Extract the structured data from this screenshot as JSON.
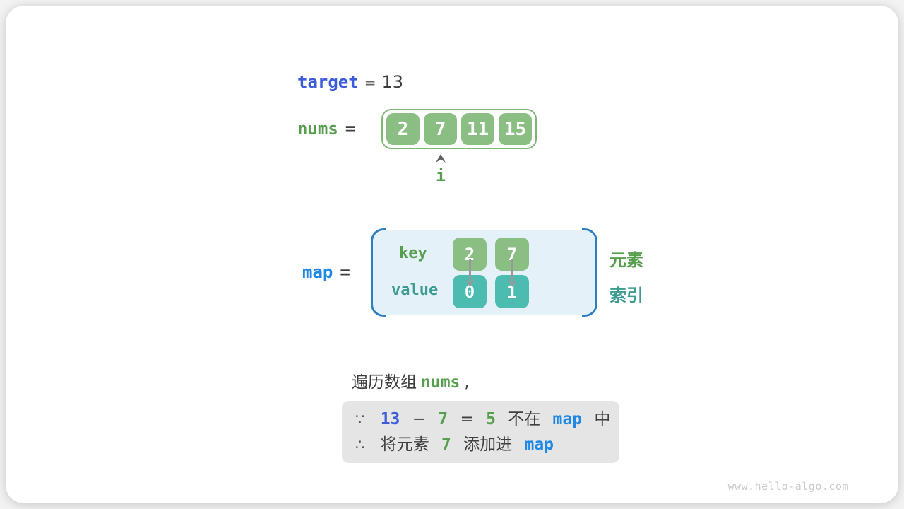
{
  "page": {
    "watermark": "www.hello-algo.com"
  },
  "colors": {
    "royal_blue": "#3B5BD9",
    "bright_blue": "#1E88E5",
    "green_text": "#579E4F",
    "green_cell": "#8BBE83",
    "teal_cell": "#4CBCB0",
    "teal_text": "#3D9C92",
    "map_box_fill": "#E4F1F9",
    "map_bracket": "#2E7FC0",
    "note_box_bg": "#E5E5E5",
    "arrow_gray": "#999999"
  },
  "target_line": {
    "label": "target",
    "equals": "=",
    "value": "13"
  },
  "nums_line": {
    "label": "nums",
    "equals": "=",
    "cells": [
      "2",
      "7",
      "11",
      "15"
    ],
    "pointer_label": "i",
    "pointer_index": 1
  },
  "map_line": {
    "label": "map",
    "equals": "=",
    "key_label": "key",
    "value_label": "value",
    "keys": [
      "2",
      "7"
    ],
    "values": [
      "0",
      "1"
    ],
    "right_label_top": "元素",
    "right_label_bottom": "索引"
  },
  "caption": {
    "prefix": "遍历数组",
    "code": "nums",
    "suffix": ","
  },
  "note_box": {
    "line1": {
      "because": "∵",
      "t1": "13",
      "t2": "−",
      "t3": "7",
      "t4": "=",
      "t5": "5",
      "t6": "不在",
      "t7": "map",
      "t8": "中"
    },
    "line2": {
      "therefore": "∴",
      "t1": "将元素",
      "t2": "7",
      "t3": "添加进",
      "t4": "map"
    }
  }
}
